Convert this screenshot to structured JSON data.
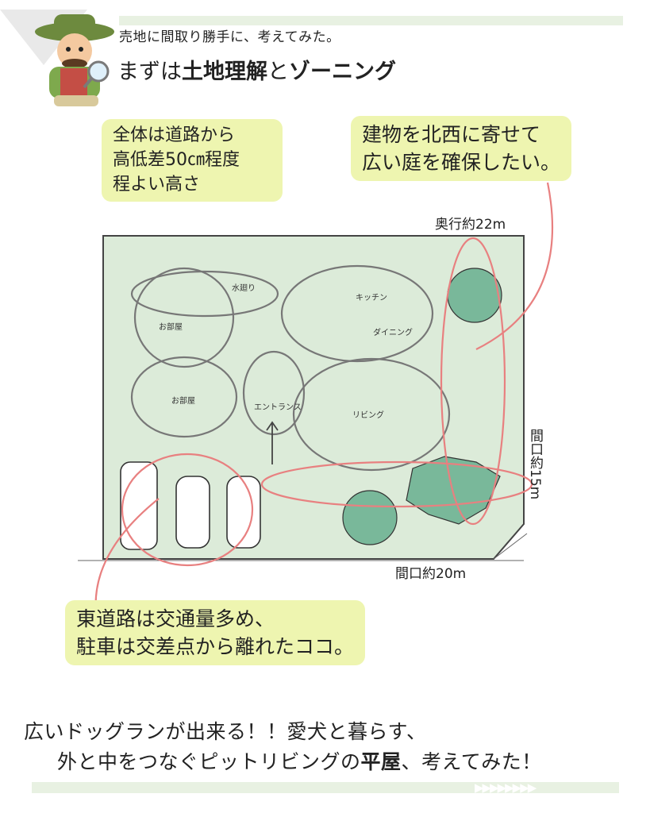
{
  "header": {
    "subtitle": "売地に間取り勝手に、考えてみた。",
    "title_part1": "まずは",
    "title_bold1": "土地理解",
    "title_part2": "と",
    "title_bold2": "ゾーニング"
  },
  "notes": {
    "note1_line1": "全体は道路から",
    "note1_line2": "高低差50㎝程度",
    "note1_line3": "程よい高さ",
    "note2_line1": "建物を北西に寄せて",
    "note2_line2": "広い庭を確保したい。",
    "note3_line1": "東道路は交通量多め、",
    "note3_line2": "駐車は交差点から離れたココ。"
  },
  "dimensions": {
    "depth": "奥行約22m",
    "frontage_right": "間口約15m",
    "frontage_bottom": "間口約20m"
  },
  "zones": {
    "water": "水廻り",
    "room1": "お部屋",
    "room2": "お部屋",
    "kitchen": "キッチン",
    "dining": "ダイニング",
    "entrance": "エントランス",
    "living": "リビング"
  },
  "footer": {
    "line1": "広いドッグランが出来る！！愛犬と暮らす、",
    "line2_part1": "外と中をつなぐピットリビングの",
    "line2_bold": "平屋",
    "line2_part2": "、考えてみた！"
  },
  "colors": {
    "lot_fill": "#dcebd9",
    "note_fill": "#eef5b0",
    "red_pencil": "#e88080",
    "sketch": "#777777",
    "tree": "#79b89a"
  }
}
